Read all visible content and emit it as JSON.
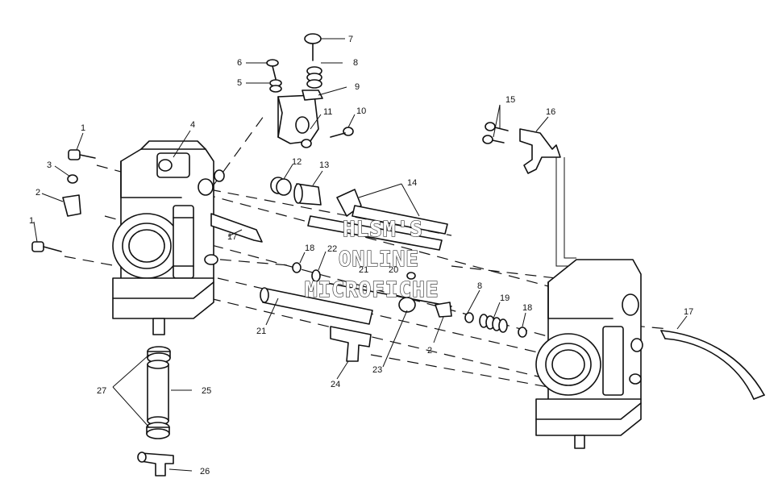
{
  "watermark": {
    "line1": "HLSM'S",
    "line2": "ONLINE",
    "line3": "MICROFICHE"
  },
  "callouts": [
    {
      "id": "c7",
      "text": "7"
    },
    {
      "id": "c6",
      "text": "6"
    },
    {
      "id": "c8a",
      "text": "8"
    },
    {
      "id": "c5",
      "text": "5"
    },
    {
      "id": "c9",
      "text": "9"
    },
    {
      "id": "c11",
      "text": "11"
    },
    {
      "id": "c10",
      "text": "10"
    },
    {
      "id": "c4",
      "text": "4"
    },
    {
      "id": "c1a",
      "text": "1"
    },
    {
      "id": "c3",
      "text": "3"
    },
    {
      "id": "c2a",
      "text": "2"
    },
    {
      "id": "c12",
      "text": "12"
    },
    {
      "id": "c13",
      "text": "13"
    },
    {
      "id": "c14",
      "text": "14"
    },
    {
      "id": "c17a",
      "text": "17"
    },
    {
      "id": "c1b",
      "text": "1"
    },
    {
      "id": "c18a",
      "text": "18"
    },
    {
      "id": "c22",
      "text": "22"
    },
    {
      "id": "c21a",
      "text": "21"
    },
    {
      "id": "c20",
      "text": "20"
    },
    {
      "id": "c8b",
      "text": "8"
    },
    {
      "id": "c15",
      "text": "15"
    },
    {
      "id": "c16",
      "text": "16"
    },
    {
      "id": "c19",
      "text": "19"
    },
    {
      "id": "c18b",
      "text": "18"
    },
    {
      "id": "c17b",
      "text": "17"
    },
    {
      "id": "c21b",
      "text": "21"
    },
    {
      "id": "c2b",
      "text": "2"
    },
    {
      "id": "c23",
      "text": "23"
    },
    {
      "id": "c24",
      "text": "24"
    },
    {
      "id": "c27",
      "text": "27"
    },
    {
      "id": "c25",
      "text": "25"
    },
    {
      "id": "c26",
      "text": "26"
    }
  ]
}
